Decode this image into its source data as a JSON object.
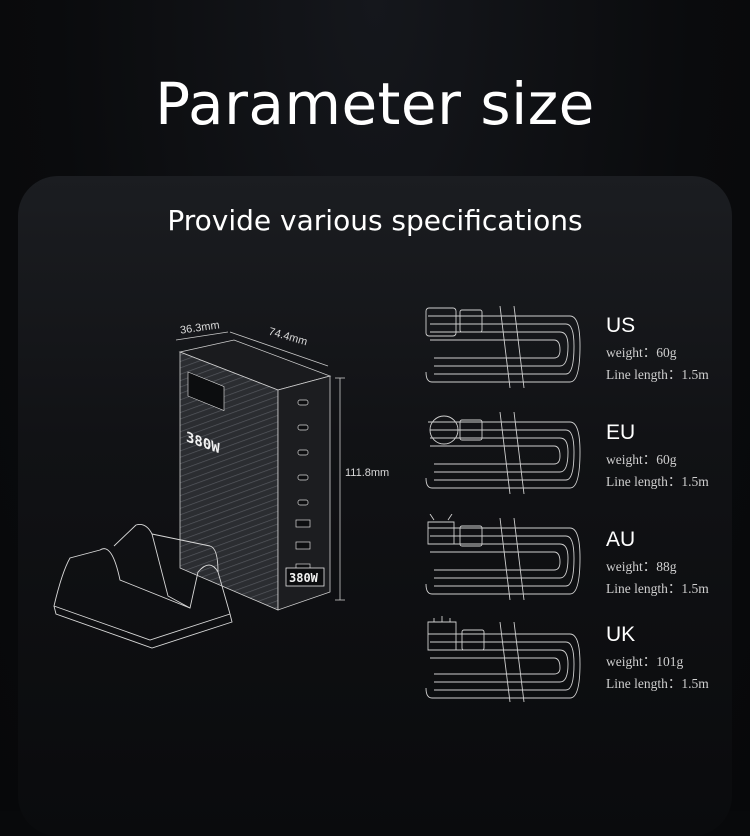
{
  "header": {
    "title": "Parameter size"
  },
  "panel": {
    "subtitle": "Provide various specifications"
  },
  "device": {
    "dim_depth": "36.3mm",
    "dim_width": "74.4mm",
    "dim_height": "111.8mm",
    "badge": "380W"
  },
  "cables": [
    {
      "code": "US",
      "weight": "weight：60g",
      "length": "Line length：1.5m"
    },
    {
      "code": "EU",
      "weight": "weight：60g",
      "length": "Line length：1.5m"
    },
    {
      "code": "AU",
      "weight": "weight：88g",
      "length": "Line length：1.5m"
    },
    {
      "code": "UK",
      "weight": "weight：101g",
      "length": "Line length：1.5m"
    }
  ]
}
